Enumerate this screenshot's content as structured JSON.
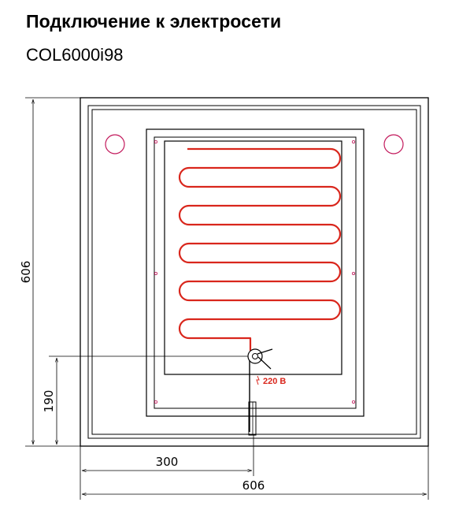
{
  "header": {
    "title": "Подключение к электросети",
    "model": "COL6000i98"
  },
  "diagram": {
    "dimensions": {
      "total_height": "606",
      "total_width": "606",
      "outlet_height": "190",
      "outlet_offset": "300"
    },
    "voltage_label": "220 В",
    "colors": {
      "heating_cable": "#d9261c",
      "mount_hole": "#c2185b",
      "outline": "#000000"
    }
  }
}
